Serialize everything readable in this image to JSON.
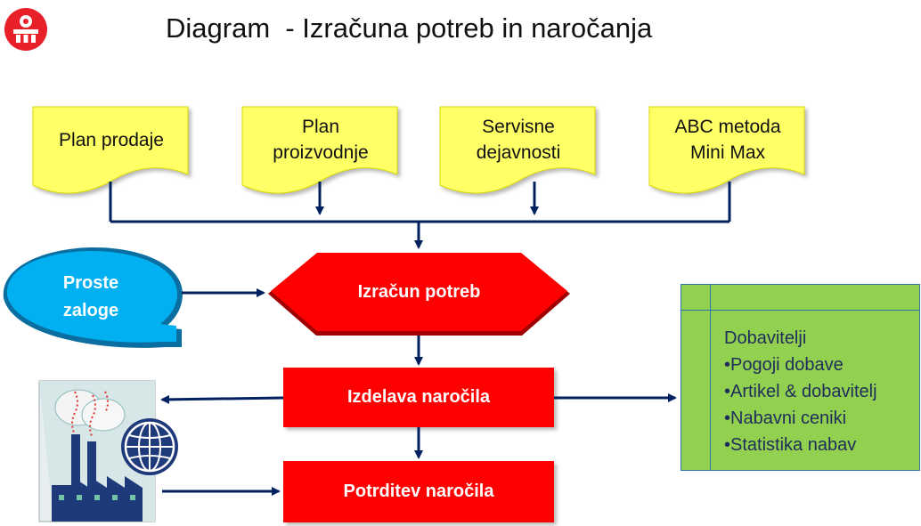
{
  "title": "Diagram  - Izračuna potreb in naročanja",
  "inputs": [
    {
      "line1": "Plan prodaje",
      "line2": ""
    },
    {
      "line1": "Plan",
      "line2": "proizvodnje"
    },
    {
      "line1": "Servisne",
      "line2": "dejavnosti"
    },
    {
      "line1": "ABC metoda",
      "line2": "Mini Max"
    }
  ],
  "stock": {
    "line1": "Proste",
    "line2": "zaloge"
  },
  "process": {
    "calc": "Izračun potreb",
    "order": "Izdelava naročila",
    "confirm": "Potrditev naročila"
  },
  "suppliers": {
    "heading": "Dobavitelji",
    "items": [
      "•Pogoji dobave",
      "•Artikel & dobavitelj",
      "•Nabavni ceniki",
      "•Statistika nabav"
    ]
  },
  "colors": {
    "doc": "#ffff66",
    "process": "#ff0000",
    "stock": "#00b0f0",
    "supplier": "#92d050",
    "connector": "#002060"
  }
}
